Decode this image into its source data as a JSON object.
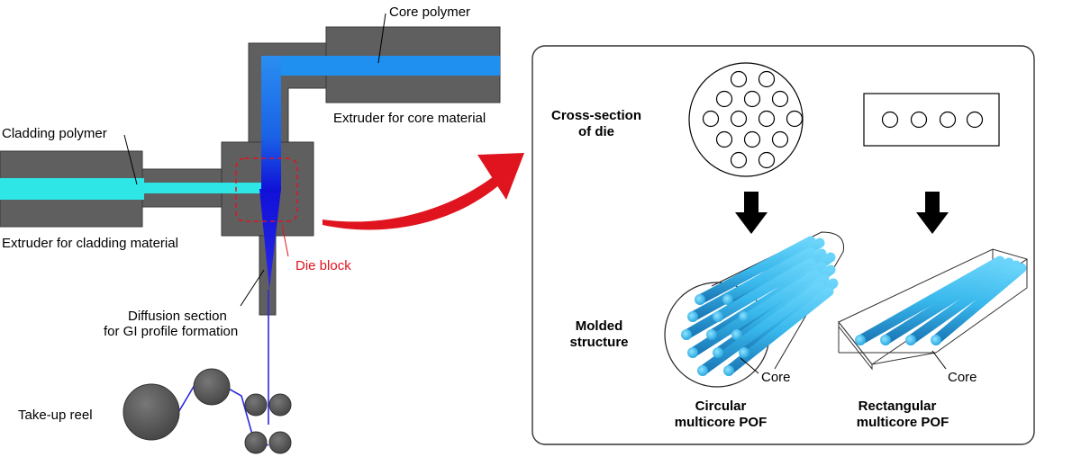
{
  "colors": {
    "machine_body": "#5f5f5f",
    "machine_edge": "#3a3a3a",
    "cladding_flow": "#2ee6e6",
    "core_flow": "#1f8ff0",
    "core_deep": "#1010d8",
    "die_highlight": "#e0141e",
    "fiber": "#38b8ec",
    "fiber_dark": "#1b79b8",
    "panel_border": "#333333"
  },
  "left": {
    "core_polymer_label": "Core polymer",
    "extruder_core_label": "Extruder for core material",
    "cladding_polymer_label": "Cladding polymer",
    "extruder_cladding_label": "Extruder for cladding material",
    "die_block_label": "Die block",
    "diffusion_label_line1": "Diffusion section",
    "diffusion_label_line2": "for GI profile formation",
    "takeup_label": "Take-up reel"
  },
  "panel": {
    "cross_section_line1": "Cross-section",
    "cross_section_line2": "of die",
    "molded_line1": "Molded",
    "molded_line2": "structure",
    "circular_core_label": "Core",
    "rect_core_label": "Core",
    "circular_name_line1": "Circular",
    "circular_name_line2": "multicore POF",
    "rect_name_line1": "Rectangular",
    "rect_name_line2": "multicore POF"
  }
}
